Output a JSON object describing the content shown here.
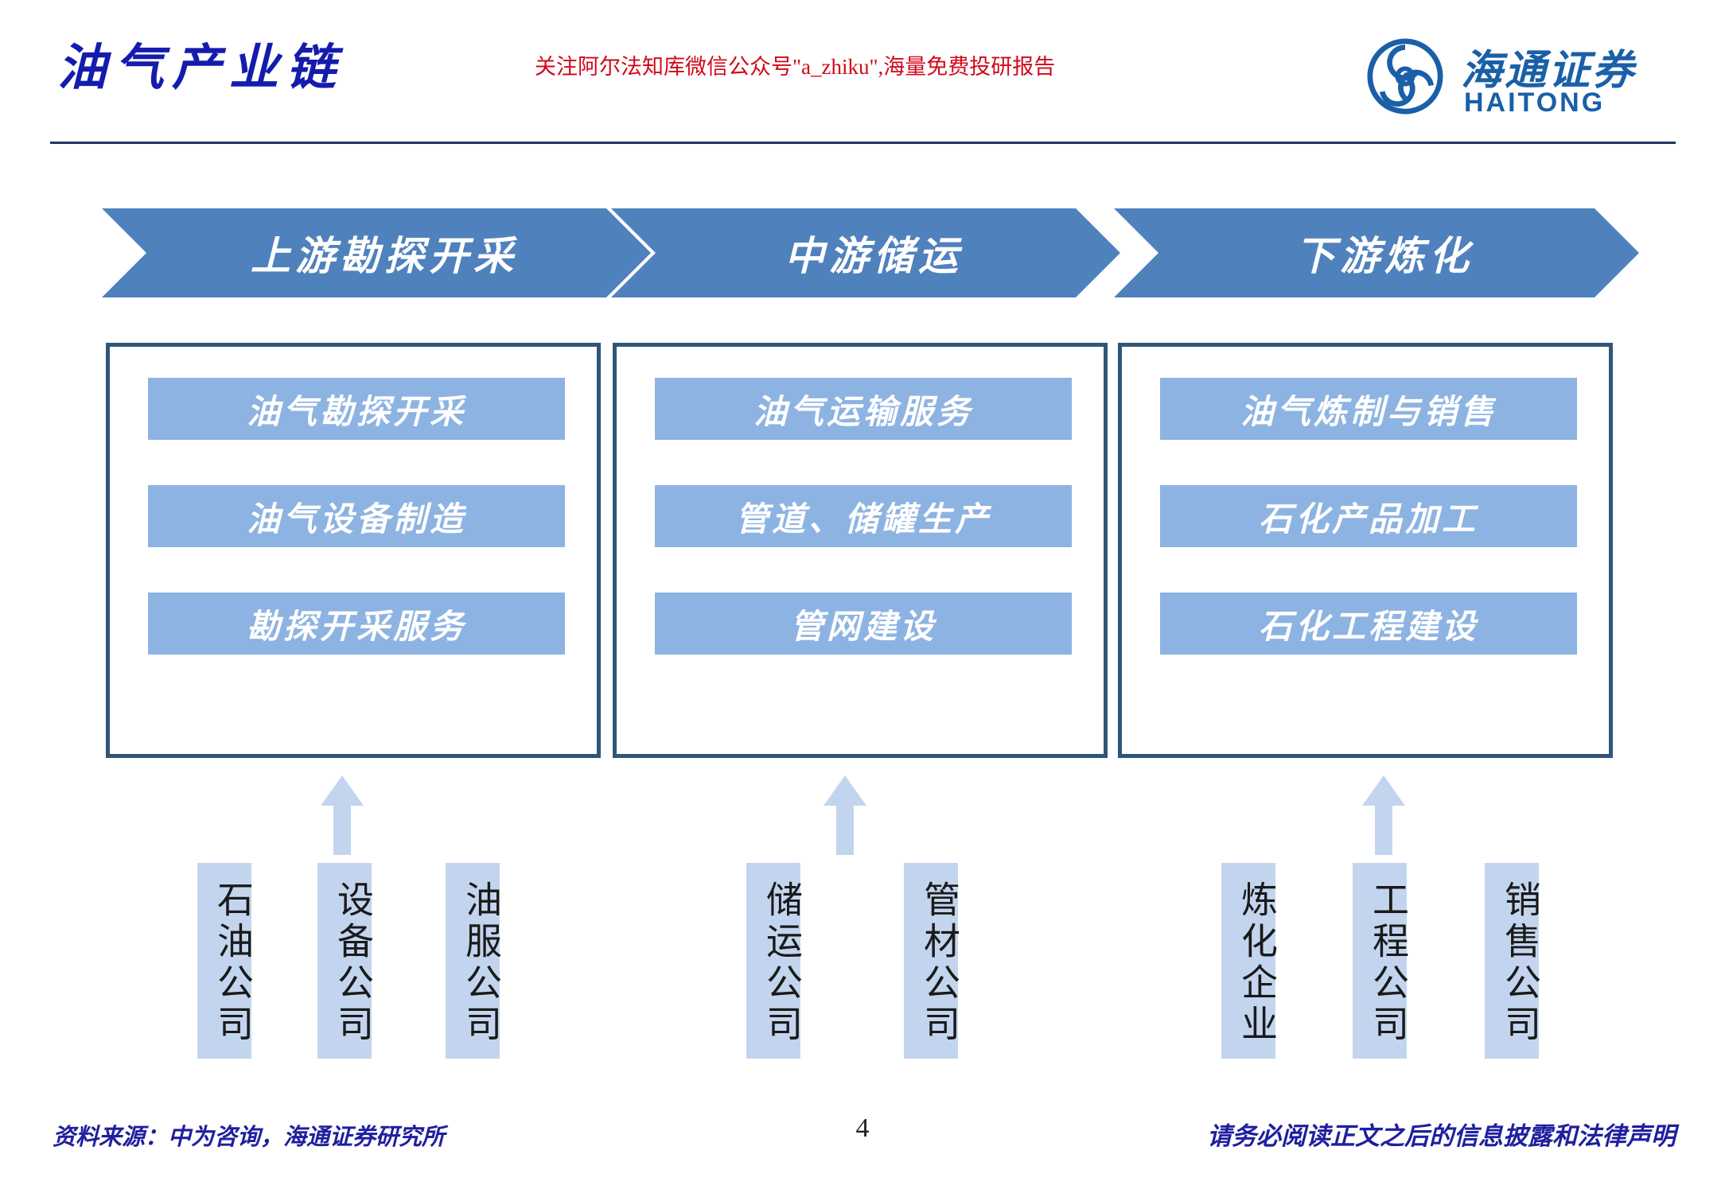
{
  "header": {
    "title": "油气产业链",
    "promo": "关注阿尔法知库微信公众号\"a_zhiku\",海量免费投研报告",
    "logo": {
      "cn": "海通证券",
      "en": "HAITONG"
    }
  },
  "colors": {
    "title_blue": "#141cad",
    "promo_red": "#d1091a",
    "brand_blue": "#1a5fa8",
    "chevron_blue": "#4f81bd",
    "subbar_blue": "#8db3e2",
    "box_border": "#2e5679",
    "light_blue": "#c3d5ee",
    "footer_blue": "#1f1fa0"
  },
  "diagram": {
    "stages": [
      {
        "banner": "上游勘探开采",
        "items": [
          "油气勘探开采",
          "油气设备制造",
          "勘探开采服务"
        ],
        "companies": [
          "石油公司",
          "设备公司",
          "油服公司"
        ]
      },
      {
        "banner": "中游储运",
        "items": [
          "油气运输服务",
          "管道、储罐生产",
          "管网建设"
        ],
        "companies": [
          "储运公司",
          "管材公司"
        ]
      },
      {
        "banner": "下游炼化",
        "items": [
          "油气炼制与销售",
          "石化产品加工",
          "石化工程建设"
        ],
        "companies": [
          "炼化企业",
          "工程公司",
          "销售公司"
        ]
      }
    ]
  },
  "footer": {
    "source": "资料来源：中为咨询，海通证券研究所",
    "page_number": "4",
    "disclaimer": "请务必阅读正文之后的信息披露和法律声明"
  }
}
